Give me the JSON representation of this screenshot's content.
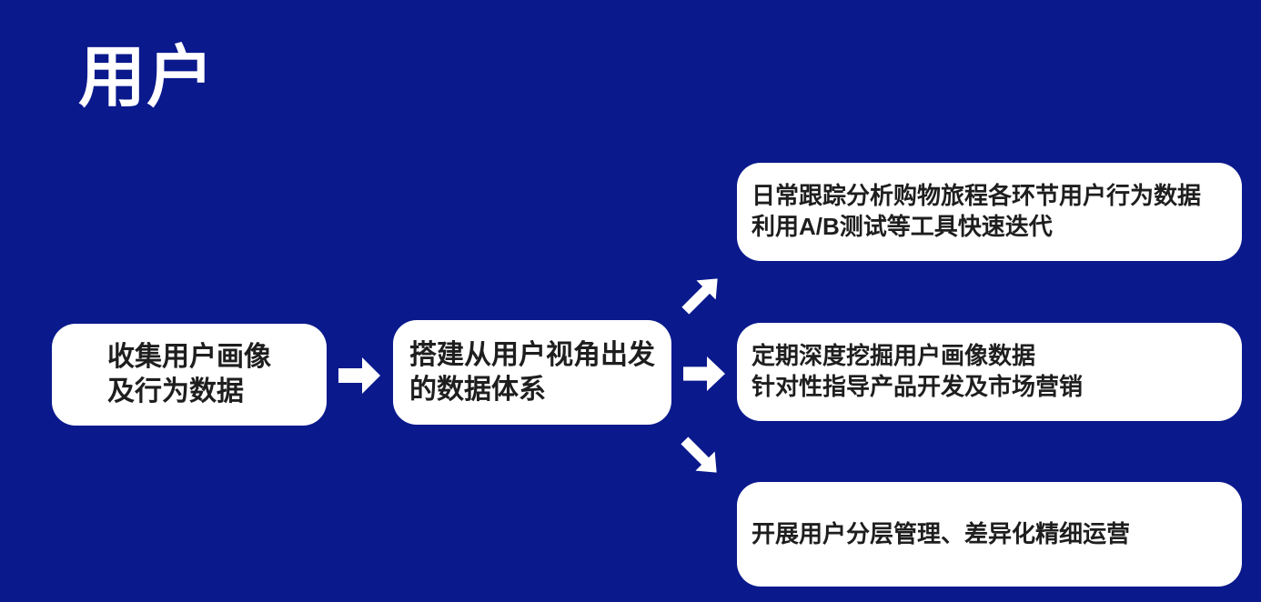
{
  "title": "用户",
  "colors": {
    "background": "#0a198c",
    "box_background": "#ffffff",
    "box_text": "#1e1e1e",
    "title_text": "#ffffff",
    "arrow": "#ffffff"
  },
  "diagram": {
    "type": "flowchart",
    "nodes": [
      {
        "id": "collect",
        "lines": [
          "收集用户画像",
          "及行为数据"
        ]
      },
      {
        "id": "build",
        "lines": [
          "搭建从用户视角出发",
          "的数据体系"
        ]
      },
      {
        "id": "track",
        "lines": [
          "日常跟踪分析购物旅程各环节用户行为数据",
          "利用A/B测试等工具快速迭代"
        ]
      },
      {
        "id": "mine",
        "lines": [
          "定期深度挖掘用户画像数据",
          "针对性指导产品开发及市场营销"
        ]
      },
      {
        "id": "operate",
        "lines": [
          "开展用户分层管理、差异化精细运营"
        ]
      }
    ],
    "edges": [
      {
        "from": "collect",
        "to": "build",
        "direction": "right"
      },
      {
        "from": "build",
        "to": "track",
        "direction": "up-right"
      },
      {
        "from": "build",
        "to": "mine",
        "direction": "right"
      },
      {
        "from": "build",
        "to": "operate",
        "direction": "down-right"
      }
    ]
  }
}
